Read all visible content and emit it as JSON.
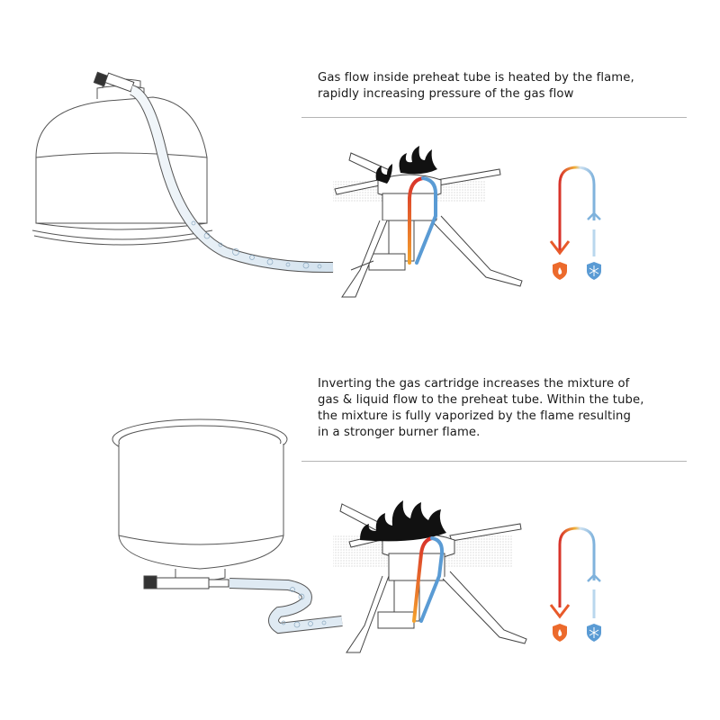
{
  "panels": [
    {
      "id": "upright",
      "caption": "Gas flow inside preheat tube is heated by the flame, rapidly increasing pressure of the gas flow",
      "caption_lines": [
        "Gas flow inside preheat tube is heated by the flame,",
        "rapidly increasing pressure of the gas flow"
      ],
      "cartridge_orientation": "upright",
      "legend": {
        "hot_icon": "flame-shield-icon",
        "cold_icon": "snowflake-shield-icon"
      }
    },
    {
      "id": "inverted",
      "caption": "Inverting the gas cartridge increases the mixture of gas & liquid flow to the preheat tube. Within the tube, the mixture is fully vaporized by the flame resulting in a stronger burner flame.",
      "caption_lines": [
        "Inverting the gas cartridge increases the mixture of",
        "gas & liquid flow to the preheat tube. Within the tube,",
        "the mixture is fully vaporized by the flame resulting",
        "in a stronger burner flame."
      ],
      "cartridge_orientation": "inverted",
      "legend": {
        "hot_icon": "flame-shield-icon",
        "cold_icon": "snowflake-shield-icon"
      }
    }
  ],
  "colors": {
    "hot": "#d8322a",
    "warm": "#f08a2c",
    "cold": "#5a9bd4",
    "cold_light": "#b9d7ee",
    "line": "#333333",
    "rule": "#b5b5b5",
    "tube_fill": "#dfeaf3"
  }
}
